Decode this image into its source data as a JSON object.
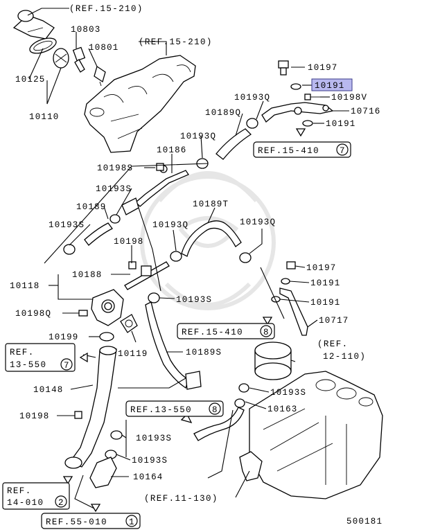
{
  "diagram_code": "500181",
  "highlighted_part": "10191",
  "part_labels": {
    "p10803": "10803",
    "p10801": "10801",
    "p10125": "10125",
    "p10110": "10110",
    "p10197a": "10197",
    "p10191a": "10191",
    "p10198Va": "10198V",
    "p10193Qa": "10193Q",
    "p10716": "10716",
    "p10189Q": "10189Q",
    "p10191b": "10191",
    "p10193Qb": "10193Q",
    "p10186": "10186",
    "p10198S": "10198S",
    "p10193Sa": "10193S",
    "p10189": "10189",
    "p10189T": "10189T",
    "p10193Sb": "10193S",
    "p10193Qc": "10193Q",
    "p10193Qd": "10193Q",
    "p10198": "10198",
    "p10197b": "10197",
    "p10191c": "10191",
    "p10188": "10188",
    "p10118": "10118",
    "p10193Sc": "10193S",
    "p10191d": "10191",
    "p10717": "10717",
    "p10198Q": "10198Q",
    "p10199": "10199",
    "p10119": "10119",
    "p10189S": "10189S",
    "p10148": "10148",
    "p10193Sd": "10193S",
    "p10163": "10163",
    "p10198b": "10198",
    "p10193Se": "10193S",
    "p10193Sf": "10193S",
    "p10164": "10164"
  },
  "references": {
    "r15_210a": "(REF.15-210)",
    "r15_210b": "(REF.15-210)",
    "r15_410a": "REF.15-410",
    "r15_410a_num": "7",
    "r15_410b": "REF.15-410",
    "r15_410b_num": "8",
    "r12_110_l1": "(REF.",
    "r12_110_l2": "12-110)",
    "r13_550a_l1": "REF.",
    "r13_550a_l2": "13-550",
    "r13_550a_num": "7",
    "r13_550b": "REF.13-550",
    "r13_550b_num": "8",
    "r14_010_l1": "REF.",
    "r14_010_l2": "14-010",
    "r14_010_num": "2",
    "r11_130": "(REF.11-130)",
    "r55_010": "REF.55-010",
    "r55_010_num": "1"
  }
}
